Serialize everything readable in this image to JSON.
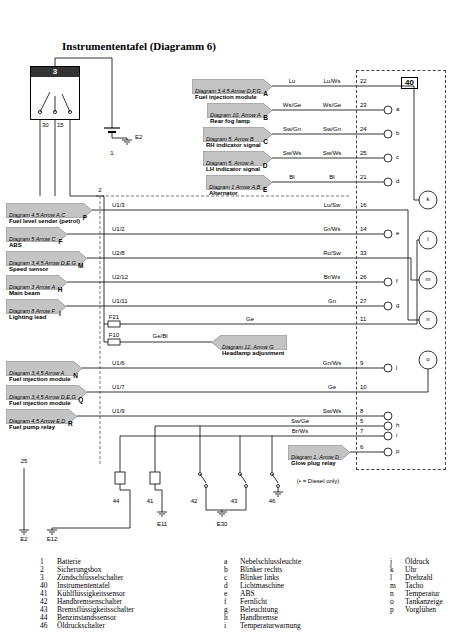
{
  "diagram": {
    "title": "Instrumententafel (Diagramm 6)",
    "nodes": [
      {
        "text": [
          "40"
        ]
      },
      {
        "text": [
          "3"
        ]
      },
      {
        "text": [
          "Diagram 4,5 Arrow A,C",
          "Fuel level sender (petrol)",
          "P"
        ]
      },
      {
        "text": [
          "Diagram 5 Arrow C",
          "ABS",
          "F"
        ]
      },
      {
        "text": [
          "Diagram 3,4,5 Arrow D,E,G",
          "Speed sensor",
          "M"
        ]
      },
      {
        "text": [
          "Diagram 3 Arrow A",
          "Main beam",
          "H"
        ]
      },
      {
        "text": [
          "Diagram 8 Arrow F",
          "Lighting lead",
          "I"
        ]
      },
      {
        "text": [
          "Diagram 3,4,5 Arrow A",
          "Fuel injection module",
          "N"
        ]
      },
      {
        "text": [
          "Diagram 3,4,5 Arrow D,E,G",
          "Fuel injection module",
          "Q"
        ]
      },
      {
        "text": [
          "Diagram 4,5 Arrow E,D",
          "Fuel pump relay",
          "R"
        ]
      },
      {
        "text": [
          "Diagram 3,4,5 Arrow D,F,G",
          "Fuel injection module",
          "A"
        ]
      },
      {
        "text": [
          "Diagram 10, Arrow A",
          "Rear fog lamp",
          "B"
        ]
      },
      {
        "text": [
          "Diagram 5, Arrow B",
          "RH indicator signal",
          "C"
        ]
      },
      {
        "text": [
          "Diagram 5, Arrow A",
          "LH indicator signal",
          "D"
        ]
      },
      {
        "text": [
          "Diagram 1 Arrow A,B",
          "Alternator",
          "E"
        ]
      },
      {
        "text": [
          "Diagram 12, Arrow G",
          "Headlamp adjustment"
        ]
      },
      {
        "text": [
          "Diagram 1, Arrow D",
          "Glow plug relay"
        ]
      }
    ],
    "edges": [
      {
        "from": 10,
        "to": 0,
        "arrow": "none",
        "label": "Lu/Ws"
      },
      {
        "from": 11,
        "to": 0,
        "arrow": "none",
        "label": "Ws/Ge"
      },
      {
        "from": 12,
        "to": 0,
        "arrow": "none",
        "label": "Sw/Gn"
      },
      {
        "from": 13,
        "to": 0,
        "arrow": "none",
        "label": "Sw/Ws"
      },
      {
        "from": 14,
        "to": 0,
        "arrow": "none",
        "label": "Bl"
      },
      {
        "from": 2,
        "to": 0,
        "arrow": "none",
        "label": "Lu/Sw"
      },
      {
        "from": 3,
        "to": 0,
        "arrow": "none",
        "label": "Gr/Ws"
      },
      {
        "from": 4,
        "to": 0,
        "arrow": "none",
        "label": "Ro/Sw"
      },
      {
        "from": 5,
        "to": 0,
        "arrow": "none",
        "label": "Br/Ws"
      },
      {
        "from": 6,
        "to": 0,
        "arrow": "none",
        "label": "Gn"
      },
      {
        "from": 7,
        "to": 0,
        "arrow": "none",
        "label": "Gn/Ws"
      },
      {
        "from": 8,
        "to": 0,
        "arrow": "none",
        "label": "Ge"
      },
      {
        "from": 9,
        "to": 0,
        "arrow": "none",
        "label": "Sw/Ws"
      },
      {
        "from": 16,
        "to": 0,
        "arrow": "none"
      }
    ],
    "labels": [
      "30",
      "15",
      "1",
      "E2",
      "2",
      "U1/3",
      "U1/2",
      "U2/8",
      "U2/12",
      "U1/11",
      "U1/6",
      "U1/7",
      "U1/9",
      "F21",
      "F10",
      "Ge/Bl",
      "Ge",
      "22",
      "23",
      "24",
      "25",
      "21",
      "16",
      "14",
      "33",
      "26",
      "27",
      "11",
      "9",
      "10",
      "8",
      "5",
      "7",
      "6",
      "Lu",
      "Ws/Ge",
      "Sw/Gn",
      "Sw/Ws",
      "Bl",
      "Sw/Ge",
      "Br/Ws",
      "41",
      "42",
      "43",
      "44",
      "46",
      "E11",
      "E30",
      "E2",
      "E12",
      "25",
      "(• = Diesel only)",
      "a",
      "b",
      "c",
      "d",
      "e",
      "f",
      "g",
      "h",
      "i",
      "j",
      "k",
      "l",
      "m",
      "n",
      "o",
      "p",
      "1",
      "Batterie",
      "a",
      "Nebelschlussleuchte",
      "j",
      "Öldruck",
      "2",
      "Sicherungsbox",
      "b",
      "Blinker rechts",
      "k",
      "Uhr",
      "3",
      "Zündschlüsselschalter",
      "c",
      "Blinker links",
      "l",
      "Drehzahl",
      "40",
      "Instrumententafel",
      "d",
      "Lichtmaschine",
      "m",
      "Tacho",
      "41",
      "Kühlflüssigkeitssensor",
      "e",
      "ABS",
      "n",
      "Temperatur",
      "42",
      "Handbremsenschalter",
      "f",
      "Fernlicht",
      "o",
      "Tankanzeige",
      "43",
      "Bremsflüssigkeitsschalter",
      "g",
      "Beleuchtung",
      "p",
      "Vorglühen",
      "44",
      "Benzinstandssensor",
      "h",
      "Handbremse",
      "46",
      "Öldruckschalter",
      "i",
      "Temperaturwarnung"
    ]
  }
}
